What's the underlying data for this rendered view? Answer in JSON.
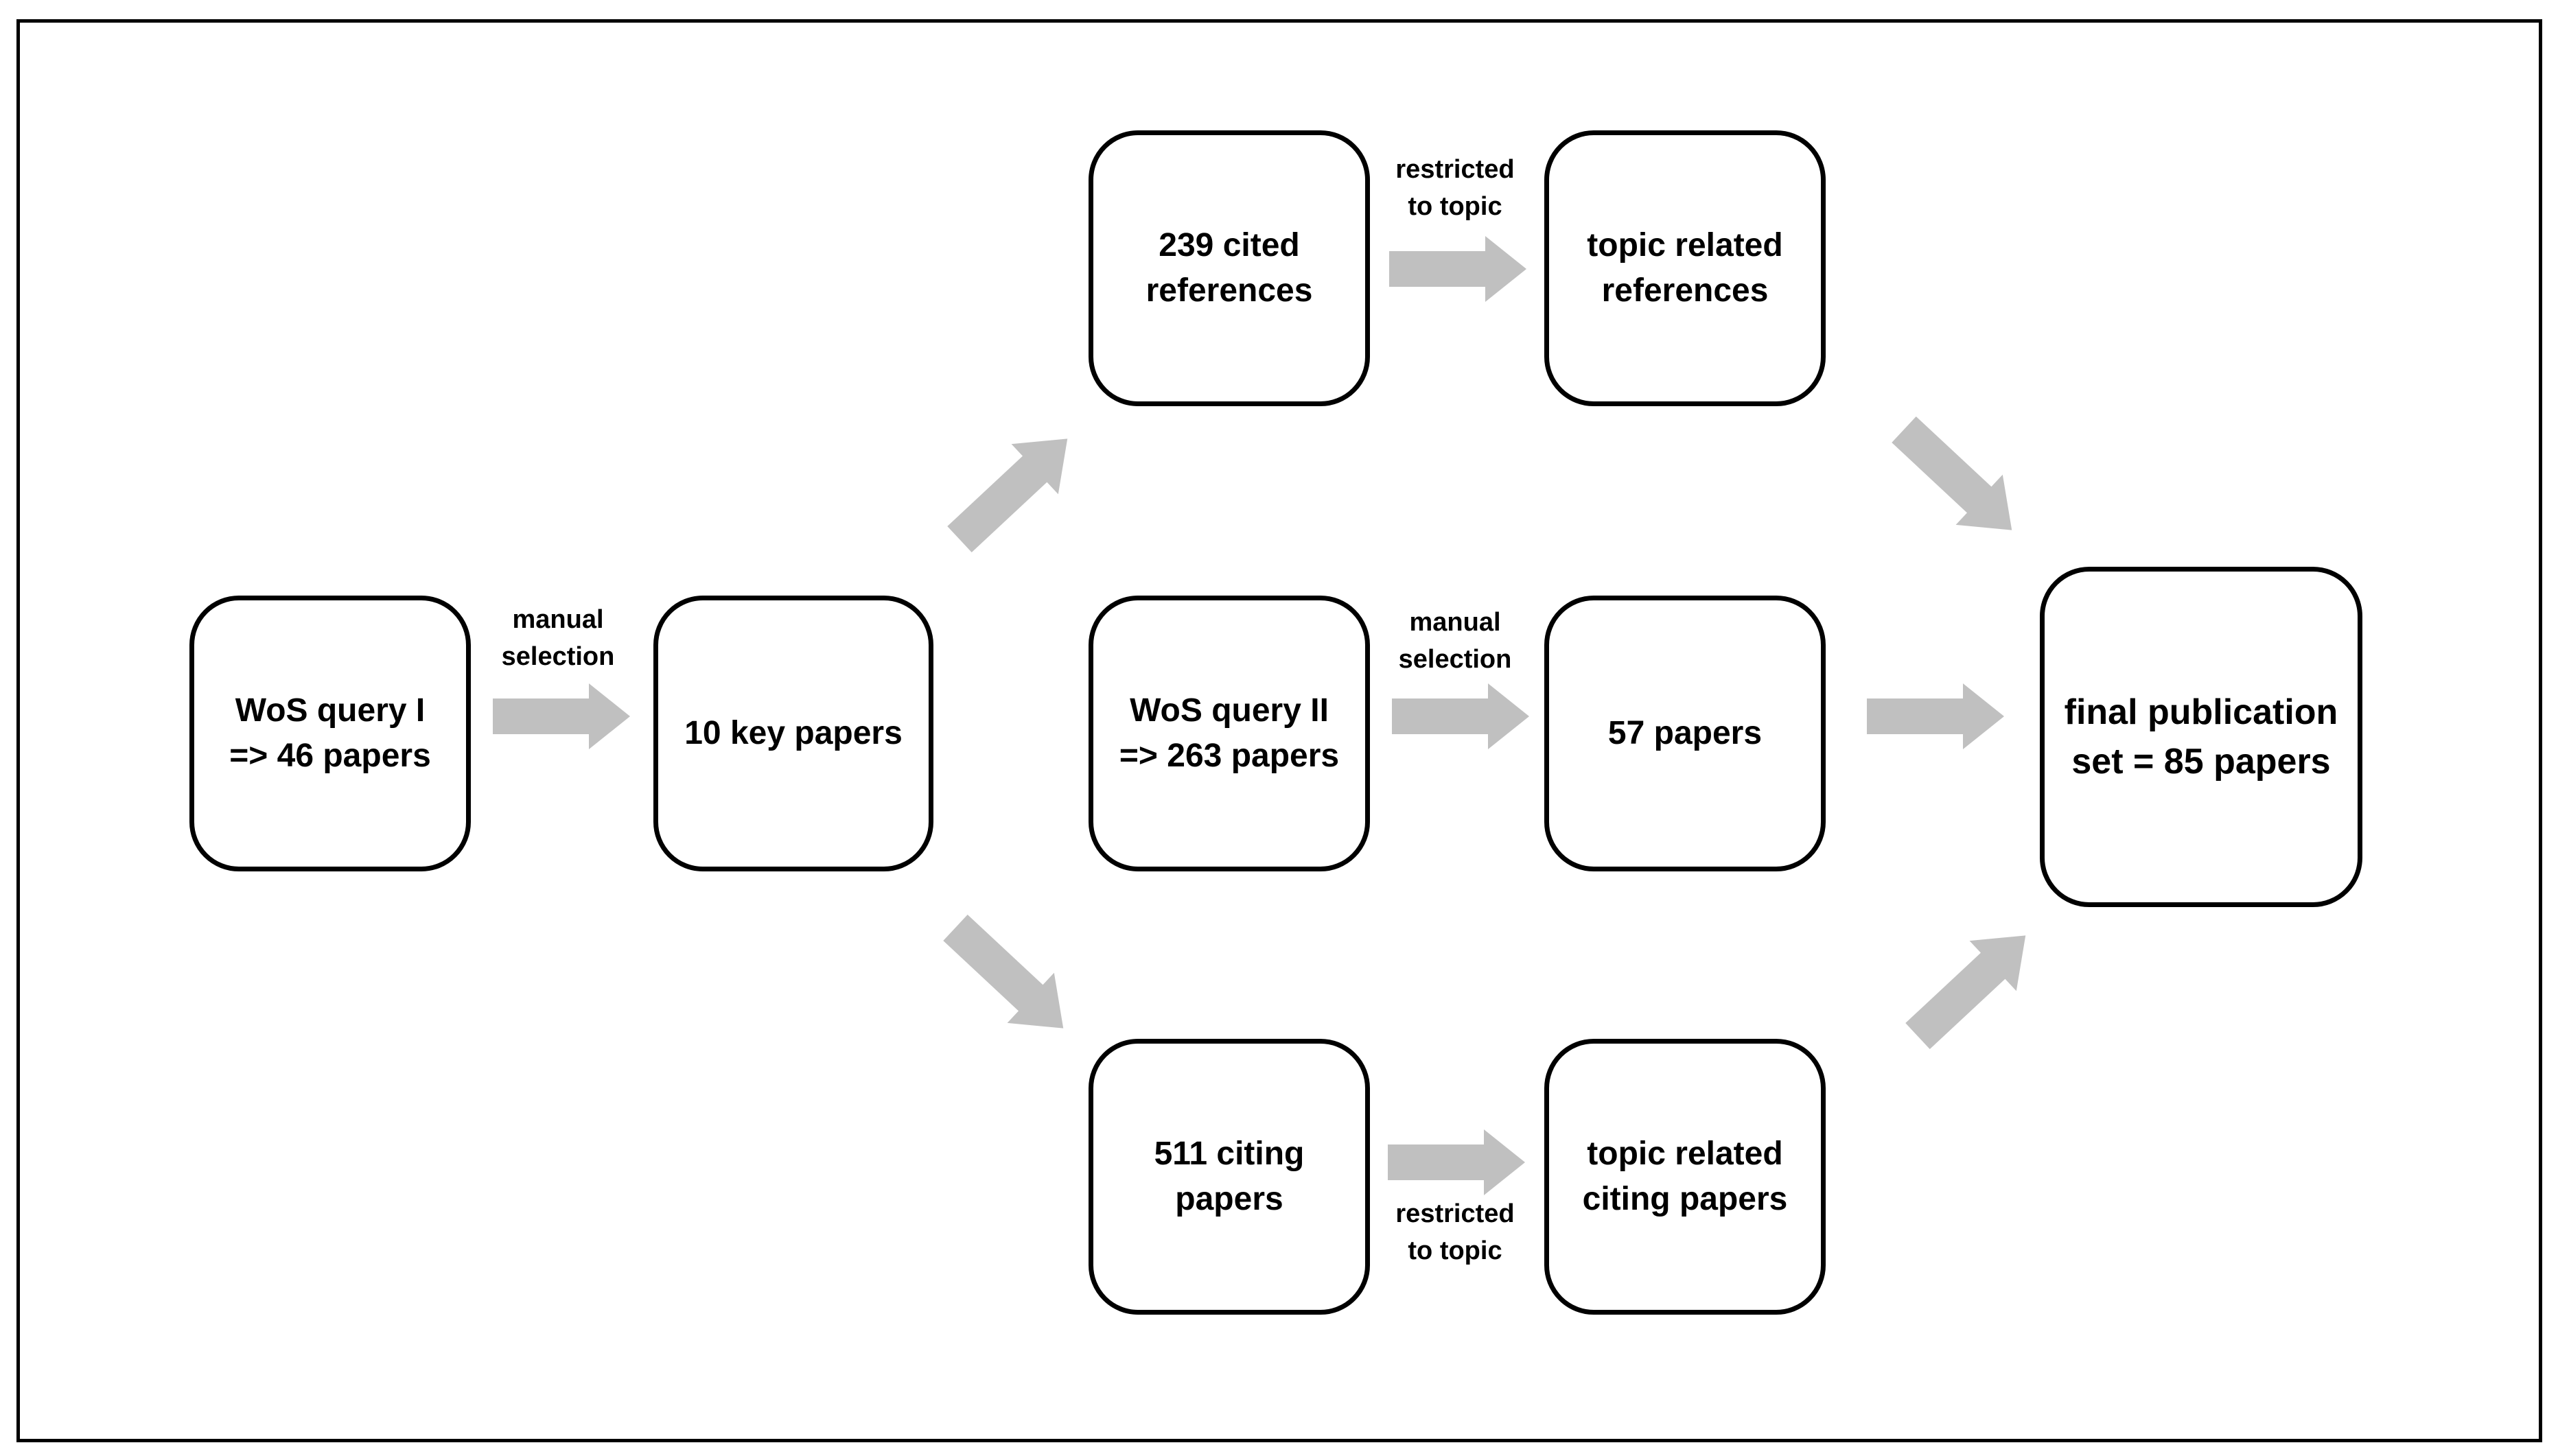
{
  "nodes": {
    "wos_query_1": "WoS query I\n=> 46 papers",
    "key_papers": "10 key papers",
    "cited_references": "239 cited\nreferences",
    "topic_related_references": "topic related\nreferences",
    "wos_query_2": "WoS query II\n=> 263 papers",
    "papers_57": "57 papers",
    "citing_papers": "511 citing\npapers",
    "topic_related_citing": "topic related\nciting papers",
    "final_set": "final publication\nset = 85 papers"
  },
  "edge_labels": {
    "manual_selection_1": "manual\nselection",
    "restricted_top": "restricted\nto topic",
    "manual_selection_2": "manual\nselection",
    "restricted_bottom": "restricted\nto topic"
  },
  "colors": {
    "arrow": "#c0c0c0",
    "border": "#000000"
  }
}
